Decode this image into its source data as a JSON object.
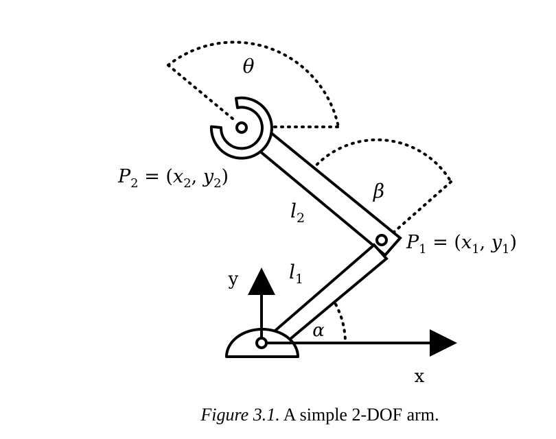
{
  "diagram": {
    "labels": {
      "theta": "θ",
      "beta": "β",
      "alpha": "α",
      "l2": {
        "main": "l",
        "sub": "2"
      },
      "l1": {
        "main": "l",
        "sub": "1"
      },
      "p2": {
        "p": "P",
        "psub": "2",
        "eq": " = (",
        "x": "x",
        "xsub": "2",
        "comma": ", ",
        "y": "y",
        "ysub": "2",
        "close": ")"
      },
      "p1": {
        "p": "P",
        "psub": "1",
        "eq": " = (",
        "x": "x",
        "xsub": "1",
        "comma": ", ",
        "y": "y",
        "ysub": "1",
        "close": ")"
      },
      "y_axis": "y",
      "x_axis": "x"
    }
  },
  "caption": {
    "prefix": "Figure 3.1.",
    "text": " A simple 2-DOF arm."
  }
}
